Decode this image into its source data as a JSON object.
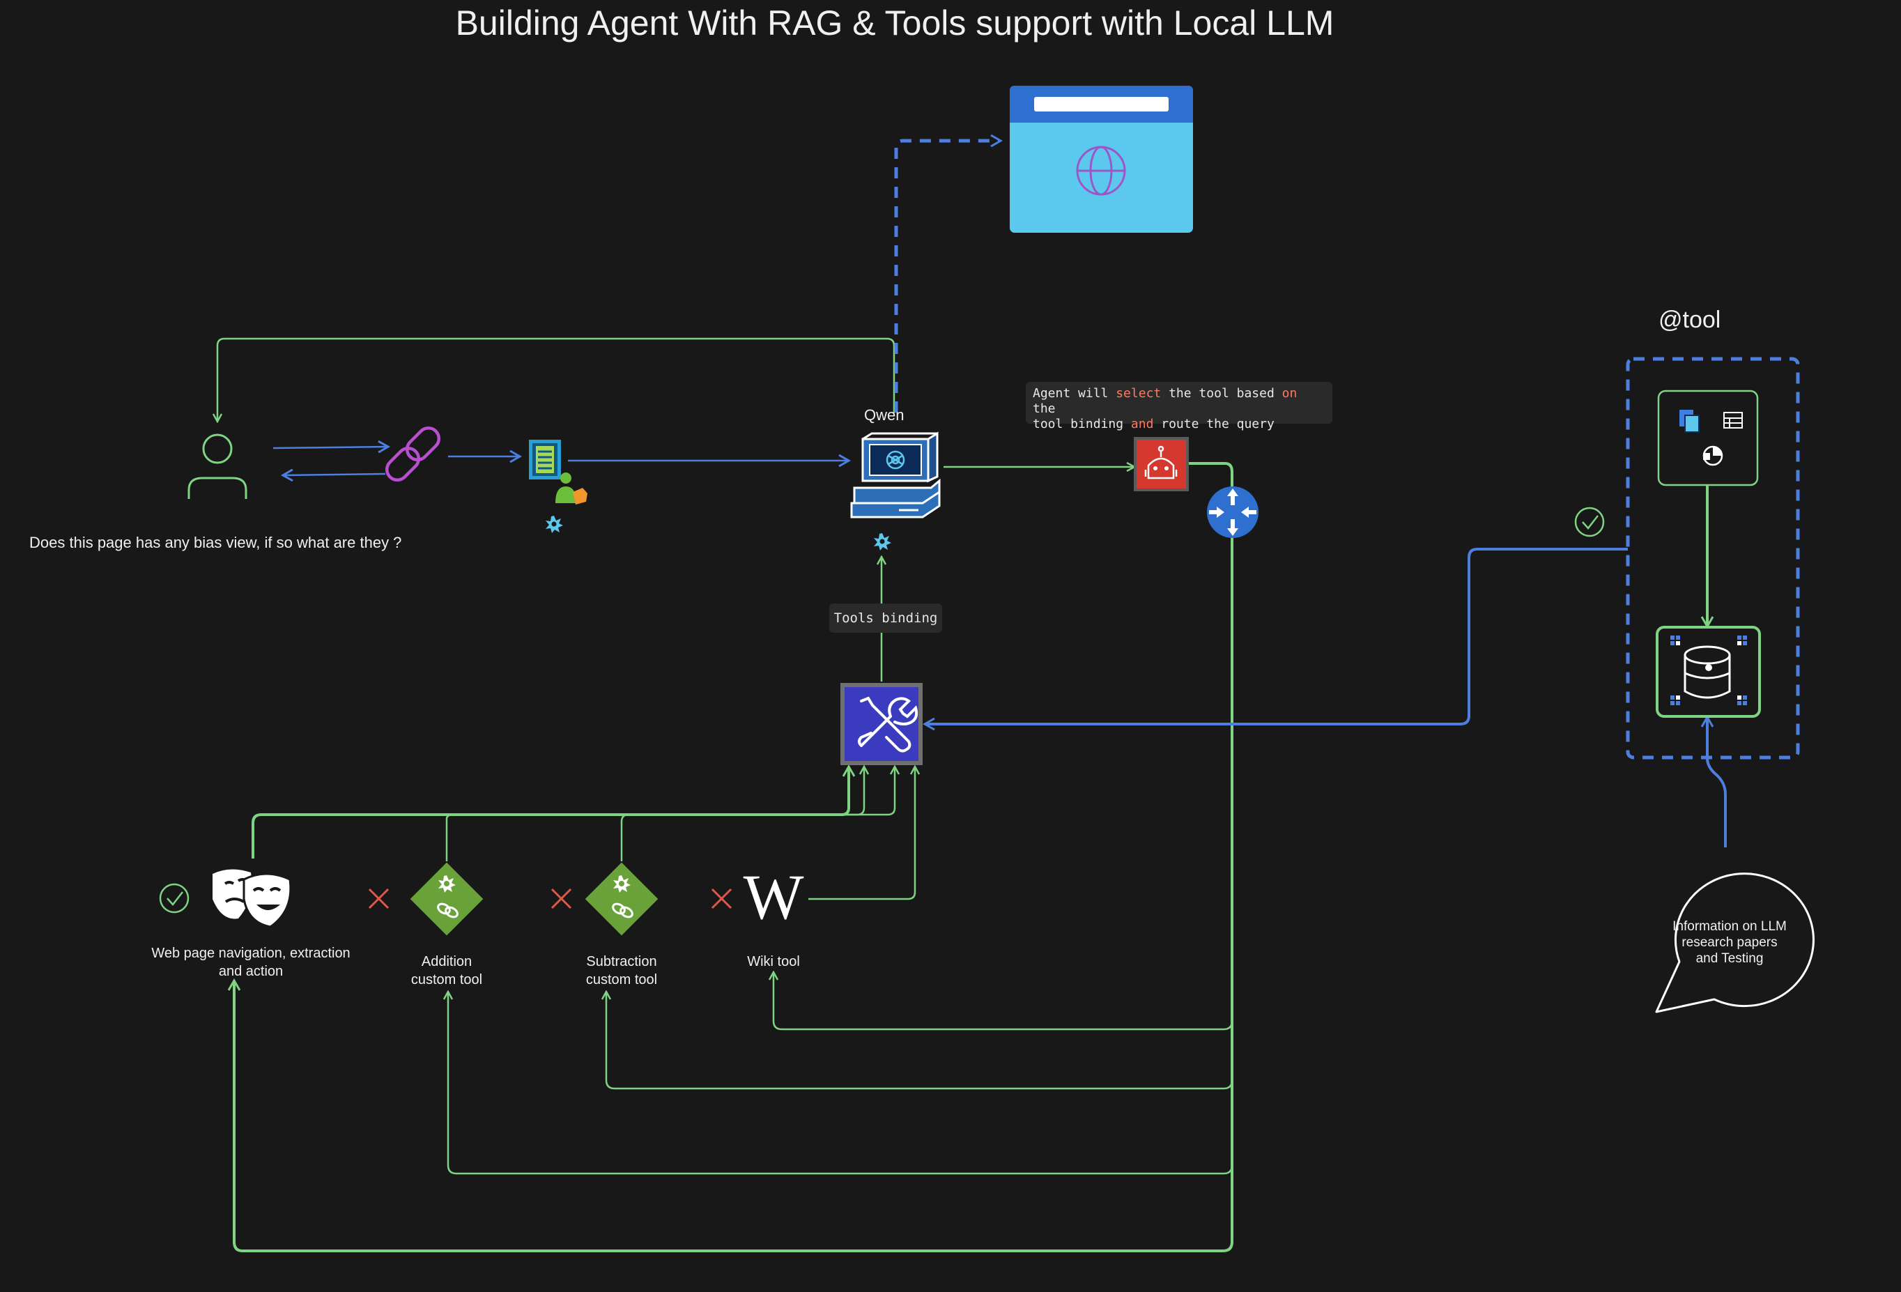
{
  "title": "Building Agent With RAG & Tools support with Local LLM",
  "user": {
    "query": "Does this page has any bias view, if so what are they ?"
  },
  "llm": {
    "name": "Qwen"
  },
  "agent_note": {
    "line1": [
      "Agent will ",
      "select",
      " the tool based ",
      "on",
      " the"
    ],
    "line2": [
      "tool binding ",
      "and",
      " route the query"
    ]
  },
  "tools_binding_label": "Tools binding",
  "tool_group": {
    "label": "@tool"
  },
  "info_bubble": {
    "line1": "Information on LLM",
    "line2": "research papers",
    "line3": "and Testing"
  },
  "tools": [
    {
      "line1": "Web page navigation, extraction",
      "line2": "and action",
      "status": "check"
    },
    {
      "line1": "Addition",
      "line2": "custom tool",
      "status": "cross"
    },
    {
      "line1": "Subtraction",
      "line2": "custom tool",
      "status": "cross"
    },
    {
      "line1": "Wiki tool",
      "line2": "",
      "status": "cross"
    }
  ],
  "wiki_glyph": "W",
  "colors": {
    "background": "#181818",
    "green_connector": "#7fd483",
    "blue_connector": "#4d7fe0",
    "link_purple": "#b84fd0",
    "check_green": "#7fd483",
    "cross_red": "#e0584a",
    "robot_red": "#d5382e",
    "tools_blue": "#3b3bc0",
    "diamond_green": "#6aa23a",
    "browser_blue": "#5cc8ee",
    "keyword_orange": "#ff7a61"
  },
  "icons": [
    "user-icon",
    "link-icon",
    "document-agent-icon",
    "computer-llm-icon",
    "robot-agent-icon",
    "router-icon",
    "tools-icon",
    "theater-masks-icon",
    "gear-chain-icon",
    "wikipedia-icon",
    "browser-globe-icon",
    "database-icon",
    "office-docs-icon",
    "check-icon",
    "cross-icon",
    "speech-bubble-icon"
  ]
}
